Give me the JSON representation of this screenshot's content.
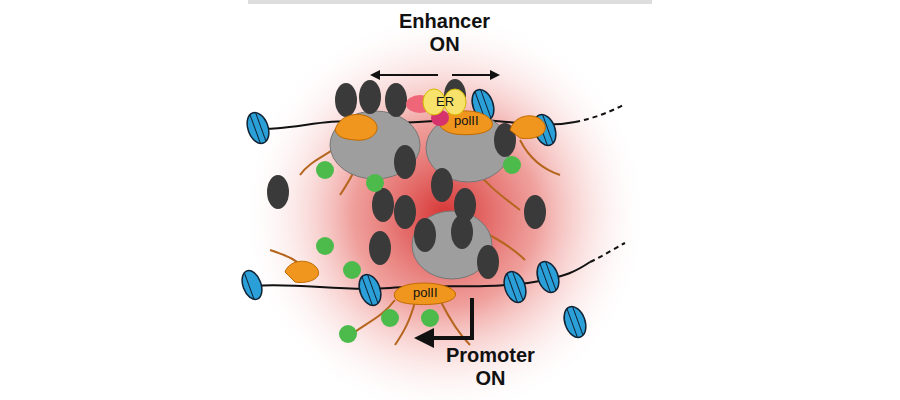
{
  "diagram": {
    "labels": [
      "Enhancer ON",
      "ER",
      "polII",
      "polII",
      "Promoter ON"
    ]
  }
}
